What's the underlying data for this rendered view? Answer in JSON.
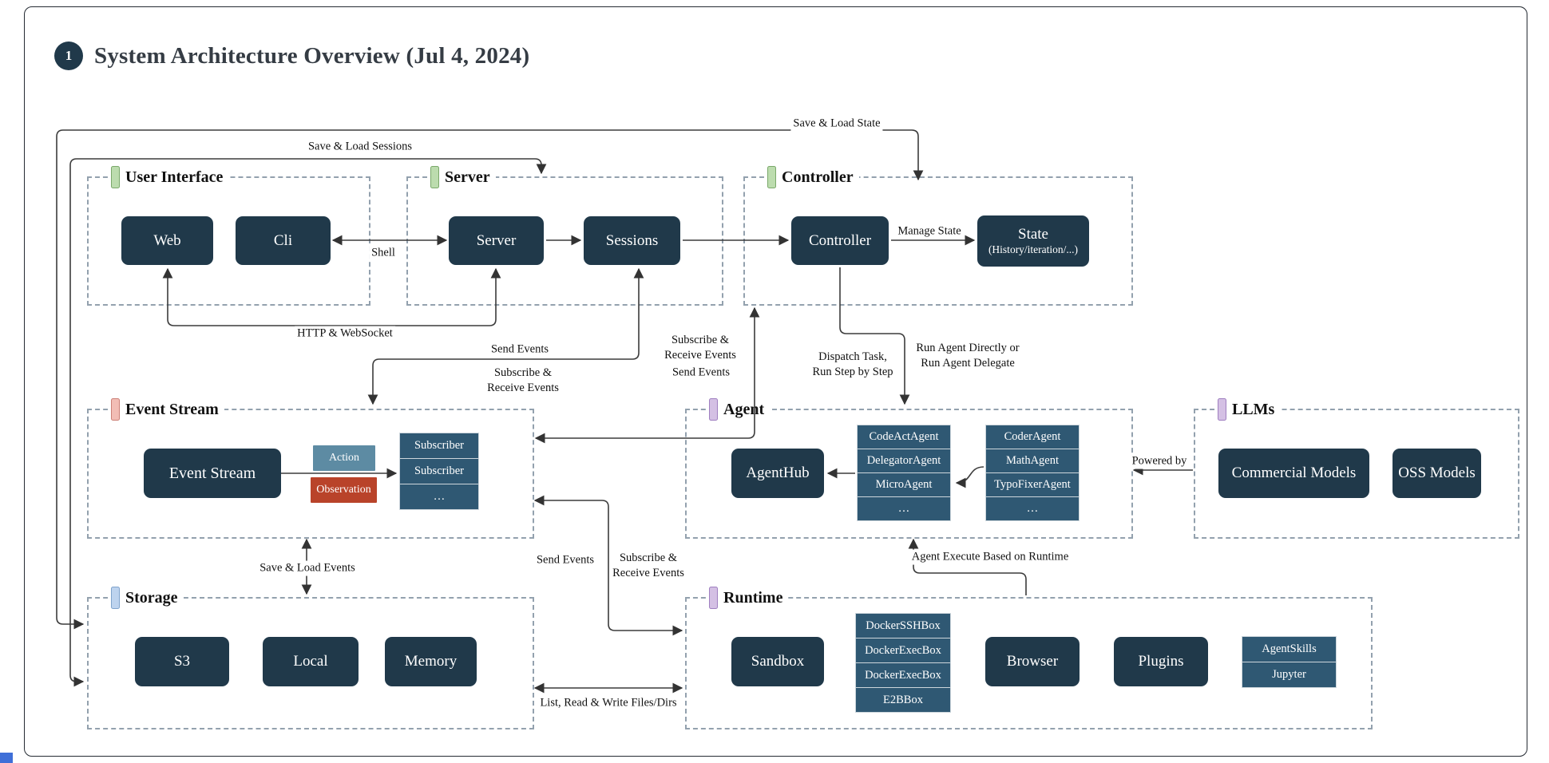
{
  "header": {
    "badge": "1",
    "title": "System Architecture Overview (Jul 4, 2024)"
  },
  "sections": {
    "user_interface": {
      "label": "User Interface",
      "tag_color": "#bcdcae"
    },
    "server": {
      "label": "Server",
      "tag_color": "#bcdcae"
    },
    "controller": {
      "label": "Controller",
      "tag_color": "#bcdcae"
    },
    "event_stream": {
      "label": "Event Stream",
      "tag_color": "#f2bdb5"
    },
    "agent": {
      "label": "Agent",
      "tag_color": "#d4c0e4"
    },
    "llms": {
      "label": "LLMs",
      "tag_color": "#d4c0e4"
    },
    "storage": {
      "label": "Storage",
      "tag_color": "#bdd3ee"
    },
    "runtime": {
      "label": "Runtime",
      "tag_color": "#d4c0e4"
    }
  },
  "nodes": {
    "web": "Web",
    "cli": "Cli",
    "server": "Server",
    "sessions": "Sessions",
    "controller": "Controller",
    "state_title": "State",
    "state_sub": "(History/iteration/...)",
    "event_stream": "Event Stream",
    "action": "Action",
    "observation": "Observation",
    "subscribers": [
      "Subscriber",
      "Subscriber",
      "…"
    ],
    "agenthub": "AgentHub",
    "agent_stack1": [
      "CodeActAgent",
      "DelegatorAgent",
      "MicroAgent",
      "…"
    ],
    "agent_stack2": [
      "CoderAgent",
      "MathAgent",
      "TypoFixerAgent",
      "…"
    ],
    "commercial_models": "Commercial Models",
    "oss_models": "OSS Models",
    "s3": "S3",
    "local": "Local",
    "memory": "Memory",
    "sandbox": "Sandbox",
    "sandbox_stack": [
      "DockerSSHBox",
      "DockerExecBox",
      "DockerExecBox",
      "E2BBox"
    ],
    "browser": "Browser",
    "plugins": "Plugins",
    "plugins_stack": [
      "AgentSkills",
      "Jupyter"
    ]
  },
  "edges": {
    "save_load_state": "Save & Load State",
    "save_load_sessions": "Save & Load Sessions",
    "shell": "Shell",
    "manage_state": "Manage State",
    "http_websocket": "HTTP & WebSocket",
    "send_events_top": "Send Events",
    "sub_rec_top_1": "Subscribe &",
    "sub_rec_top_2": "Receive Events",
    "sub_rec_right_1": "Subscribe &",
    "sub_rec_right_2": "Receive Events",
    "send_events_right": "Send Events",
    "dispatch_1": "Dispatch Task,",
    "dispatch_2": "Run Step by Step",
    "run_agent_1": "Run Agent Directly or",
    "run_agent_2": "Run Agent Delegate",
    "powered_by": "Powered by",
    "save_load_events": "Save & Load Events",
    "send_events_bottom": "Send Events",
    "sub_rec_bottom_1": "Subscribe &",
    "sub_rec_bottom_2": "Receive Events",
    "agent_execute": "Agent Execute Based on Runtime",
    "list_read_write": "List, Read & Write Files/Dirs"
  },
  "colors": {
    "node_fill": "#20394a",
    "stack_fill": "#2f5873",
    "action_fill": "#5d8ba3",
    "observation_fill": "#b9432a",
    "wire": "#3b3b3b",
    "dashed_border": "#93a1ae",
    "tag_green": "#bcdcae",
    "tag_red": "#f2bdb5",
    "tag_blue": "#bdd3ee",
    "tag_purple": "#d4c0e4"
  }
}
